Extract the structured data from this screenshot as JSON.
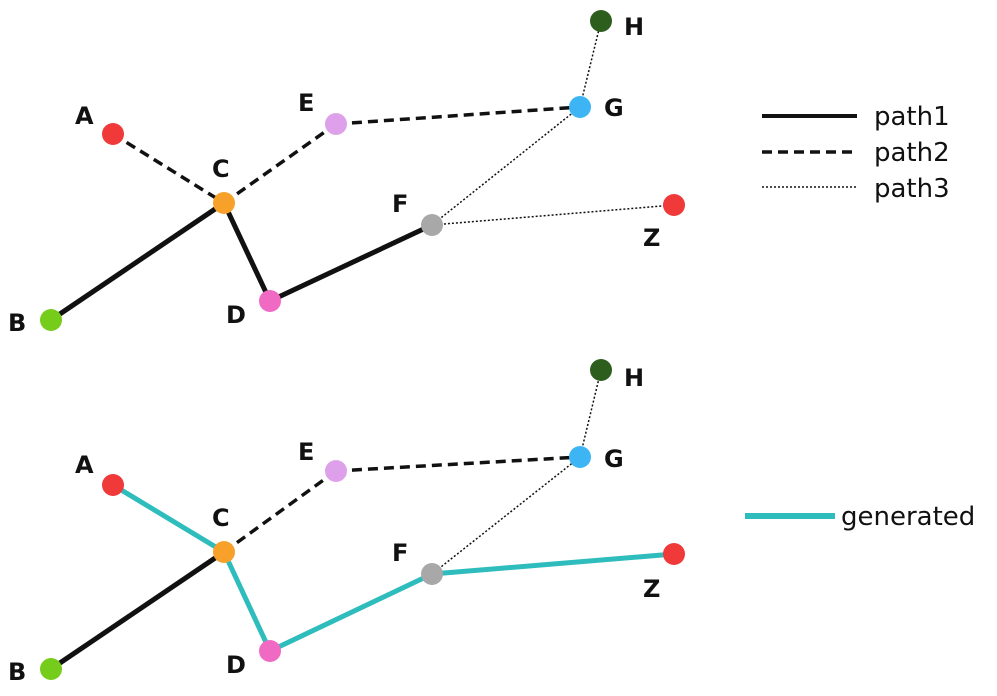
{
  "colors": {
    "A": "#f03a3a",
    "B": "#76cc1b",
    "C": "#f7a12b",
    "D": "#f06ac3",
    "E": "#dea0ea",
    "F": "#a8a8a8",
    "G": "#3db5f5",
    "H": "#2e5e1e",
    "Z": "#f03a3a",
    "generated": "#2ebcbc",
    "path": "#111111"
  },
  "nodes": {
    "A": "A",
    "B": "B",
    "C": "C",
    "D": "D",
    "E": "E",
    "F": "F",
    "G": "G",
    "H": "H",
    "Z": "Z"
  },
  "legend_top": {
    "path1": "path1",
    "path2": "path2",
    "path3": "path3"
  },
  "legend_bottom": {
    "generated": "generated"
  }
}
